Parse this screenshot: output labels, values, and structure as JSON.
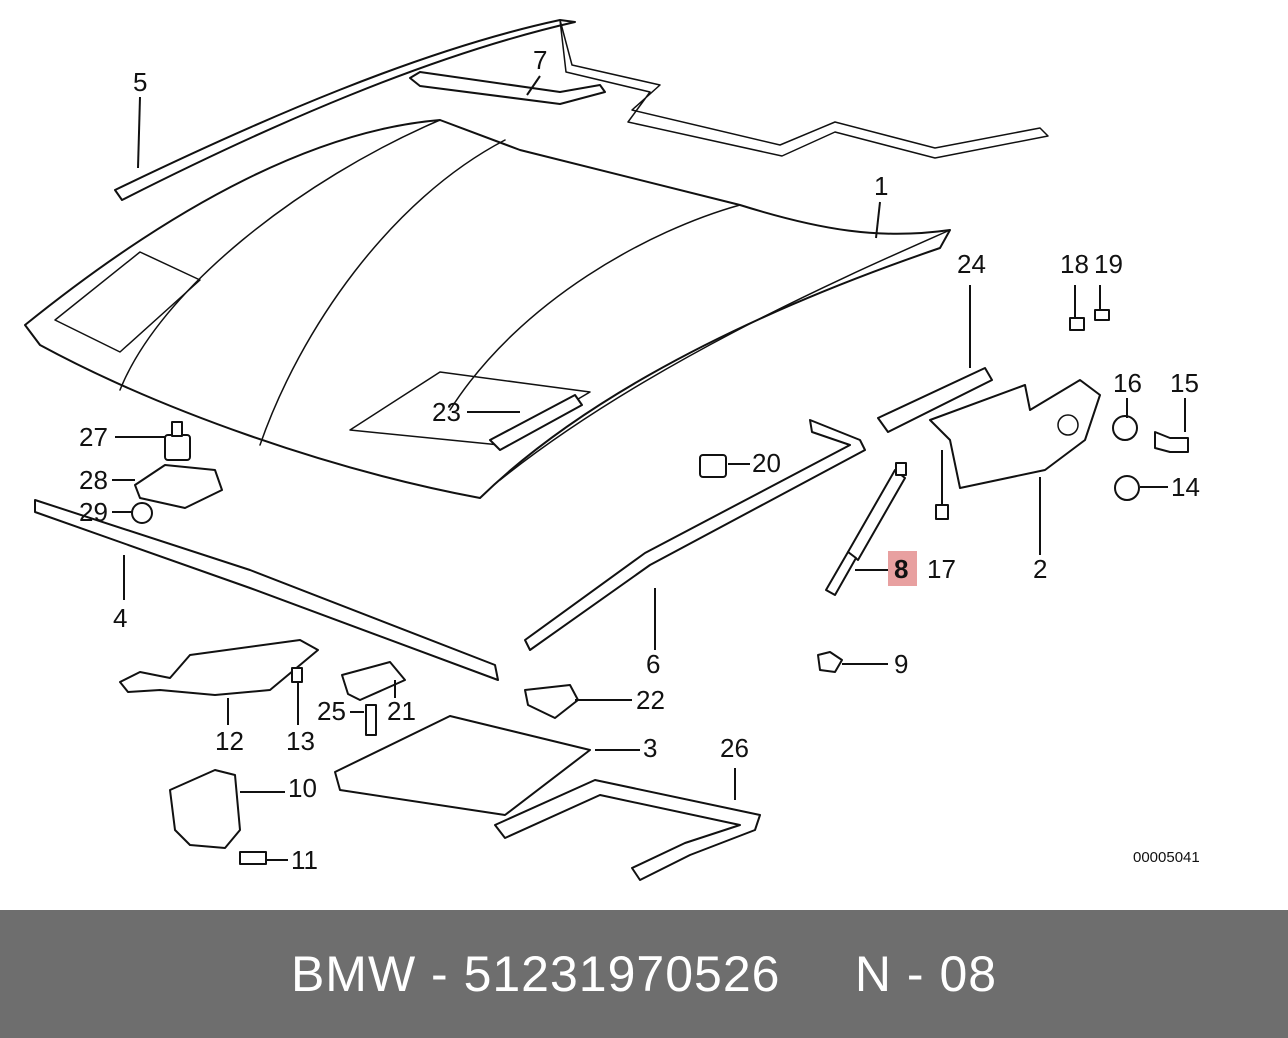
{
  "diagram": {
    "reference_code": "00005041",
    "highlight_color": "#e8a0a0",
    "callouts": {
      "p1": "1",
      "p2": "2",
      "p3": "3",
      "p4": "4",
      "p5": "5",
      "p6": "6",
      "p7": "7",
      "p8": "8",
      "p9": "9",
      "p10": "10",
      "p11": "11",
      "p12": "12",
      "p13": "13",
      "p14": "14",
      "p15": "15",
      "p16": "16",
      "p17": "17",
      "p18": "18",
      "p19": "19",
      "p20": "20",
      "p21": "21",
      "p22": "22",
      "p23": "23",
      "p24": "24",
      "p25": "25",
      "p26": "26",
      "p27": "27",
      "p28": "28",
      "p29": "29"
    }
  },
  "footer": {
    "text": "BMW - 51231970526     N - 08"
  }
}
